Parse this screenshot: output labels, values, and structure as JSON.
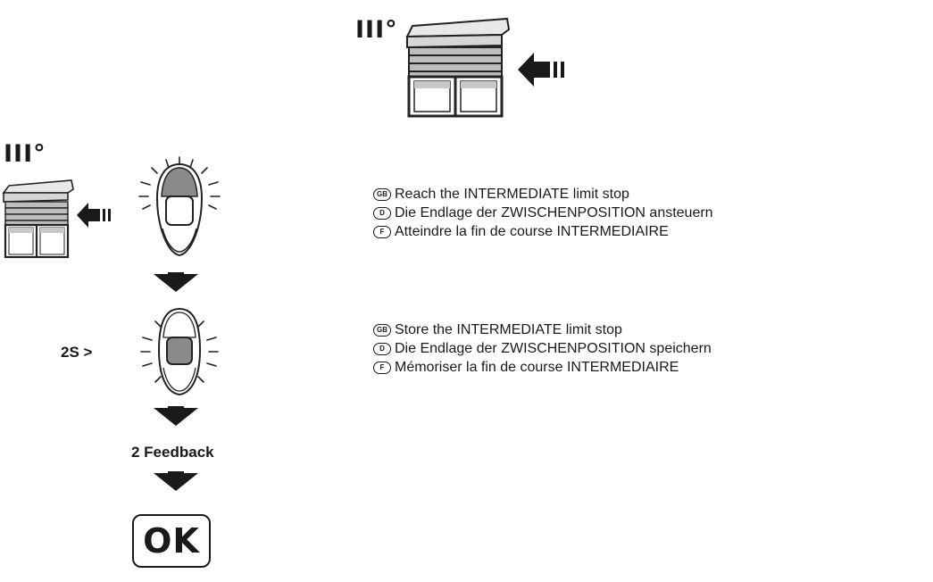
{
  "top": {
    "speed_label": "III°"
  },
  "left": {
    "speed_label": "III°"
  },
  "timing_label": "2S >",
  "feedback_label": "2 Feedback",
  "ok_label": "OK",
  "steps": [
    {
      "lines": [
        {
          "lang": "GB",
          "text": "Reach the INTERMEDIATE limit stop"
        },
        {
          "lang": "D",
          "text": "Die Endlage der ZWISCHENPOSITION ansteuern"
        },
        {
          "lang": "F",
          "text": "Atteindre la fin de course INTERMEDIAIRE"
        }
      ]
    },
    {
      "lines": [
        {
          "lang": "GB",
          "text": "Store the INTERMEDIATE limit stop"
        },
        {
          "lang": "D",
          "text": "Die Endlage der ZWISCHENPOSITION speichern"
        },
        {
          "lang": "F",
          "text": "Mémoriser la fin de course INTERMEDIAIRE"
        }
      ]
    }
  ],
  "icons": {
    "shutter": "roller-shutter-icon",
    "arrow": "arrow-left-icon",
    "remote": "remote-control-icon",
    "down": "arrow-down-icon"
  }
}
